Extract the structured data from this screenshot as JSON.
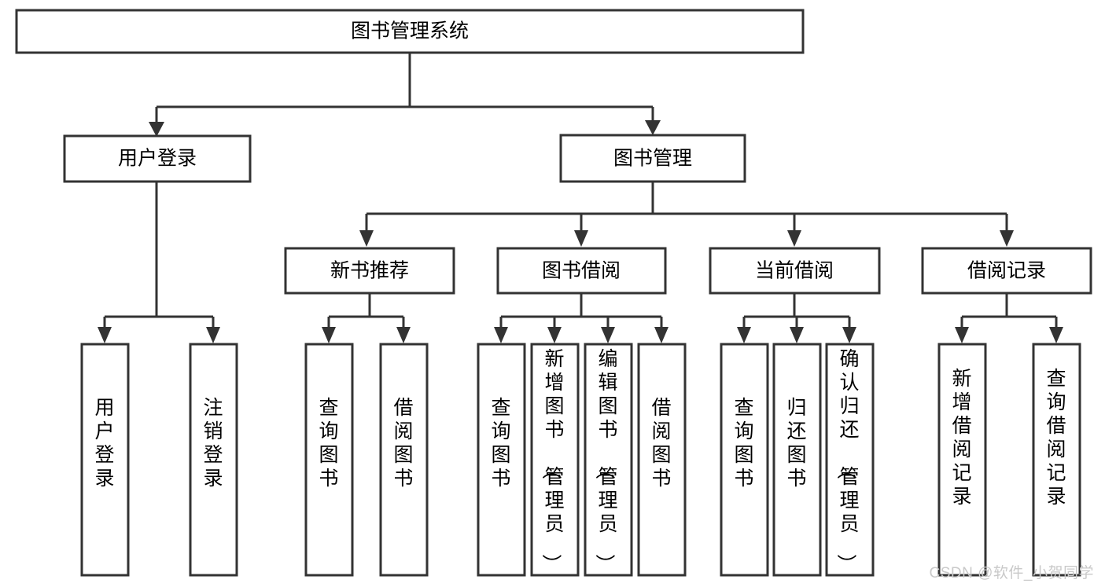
{
  "diagram": {
    "title": "图书管理系统",
    "type": "tree",
    "watermark": "CSDN @软件_小贺同学",
    "colors": {
      "stroke": "#333333",
      "fill": "#ffffff",
      "text": "#000000",
      "watermark": "#c9c9c9"
    },
    "levels": {
      "root": {
        "label": "图书管理系统"
      },
      "level2": [
        {
          "label": "用户登录"
        },
        {
          "label": "图书管理"
        }
      ],
      "level3": [
        {
          "label": "新书推荐"
        },
        {
          "label": "图书借阅"
        },
        {
          "label": "当前借阅"
        },
        {
          "label": "借阅记录"
        }
      ],
      "leaves": [
        {
          "label": "用户登录",
          "parent": "用户登录"
        },
        {
          "label": "注销登录",
          "parent": "用户登录"
        },
        {
          "label": "查询图书",
          "parent": "新书推荐"
        },
        {
          "label": "借阅图书",
          "parent": "新书推荐"
        },
        {
          "label": "查询图书",
          "parent": "图书借阅"
        },
        {
          "label": "新增图书（管理员）",
          "parent": "图书借阅"
        },
        {
          "label": "编辑图书（管理员）",
          "parent": "图书借阅"
        },
        {
          "label": "借阅图书",
          "parent": "图书借阅"
        },
        {
          "label": "查询图书",
          "parent": "当前借阅"
        },
        {
          "label": "归还图书",
          "parent": "当前借阅"
        },
        {
          "label": "确认归还（管理员）",
          "parent": "当前借阅"
        },
        {
          "label": "新增借阅记录",
          "parent": "借阅记录"
        },
        {
          "label": "查询借阅记录",
          "parent": "借阅记录"
        }
      ]
    }
  }
}
